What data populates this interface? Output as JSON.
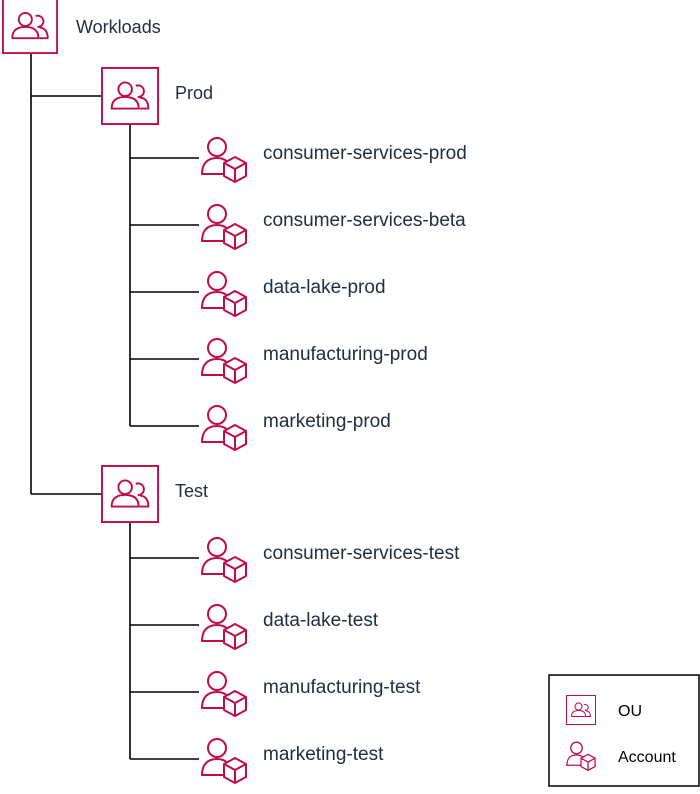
{
  "colors": {
    "accent": "#bf0c4b",
    "line": "#000000",
    "text": "#232f3e"
  },
  "root": {
    "label": "Workloads",
    "icon": "ou-icon"
  },
  "ous": [
    {
      "label": "Prod",
      "icon": "ou-icon",
      "accounts": [
        {
          "label": "consumer-services-prod",
          "icon": "account-icon"
        },
        {
          "label": "consumer-services-beta",
          "icon": "account-icon"
        },
        {
          "label": "data-lake-prod",
          "icon": "account-icon"
        },
        {
          "label": "manufacturing-prod",
          "icon": "account-icon"
        },
        {
          "label": "marketing-prod",
          "icon": "account-icon"
        }
      ]
    },
    {
      "label": "Test",
      "icon": "ou-icon",
      "accounts": [
        {
          "label": "consumer-services-test",
          "icon": "account-icon"
        },
        {
          "label": "data-lake-test",
          "icon": "account-icon"
        },
        {
          "label": "manufacturing-test",
          "icon": "account-icon"
        },
        {
          "label": "marketing-test",
          "icon": "account-icon"
        }
      ]
    }
  ],
  "legend": {
    "ou_label": "OU",
    "account_label": "Account"
  }
}
